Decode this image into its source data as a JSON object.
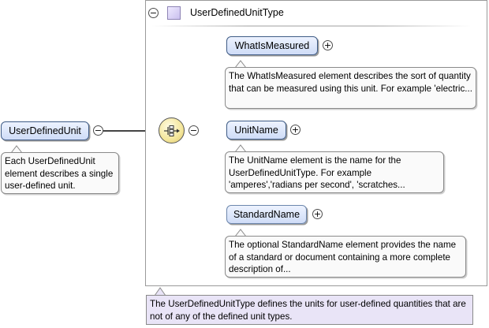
{
  "type": {
    "name": "UserDefinedUnitType",
    "collapse_symbol": "−",
    "annotation": "The UserDefinedUnitType defines the units for user-defined quantities that are not of any of the defined unit types."
  },
  "root": {
    "name": "UserDefinedUnit",
    "collapse_symbol": "−",
    "annotation": "Each UserDefinedUnit element describes a single user-defined unit."
  },
  "sequence": {
    "collapse_symbol": "−",
    "icon": "sequence-compositor-icon"
  },
  "children": [
    {
      "name": "WhatIsMeasured",
      "optional": false,
      "expand_symbol": "+",
      "annotation": "The WhatIsMeasured element describes the sort of quantity that can be measured using this unit. For example 'electric..."
    },
    {
      "name": "UnitName",
      "optional": false,
      "expand_symbol": "+",
      "annotation": "The UnitName element is the name for the UserDefinedUnitType. For example 'amperes','radians per second', 'scratches..."
    },
    {
      "name": "StandardName",
      "optional": true,
      "expand_symbol": "+",
      "annotation": "The optional StandardName element provides the name of a standard or document containing a more complete description of..."
    }
  ],
  "colors": {
    "element_fill": "#cfdcf7",
    "element_border": "#3f5c86",
    "type_annotation_fill": "#e9e4f7",
    "compositor_fill": "#f4e69a"
  }
}
